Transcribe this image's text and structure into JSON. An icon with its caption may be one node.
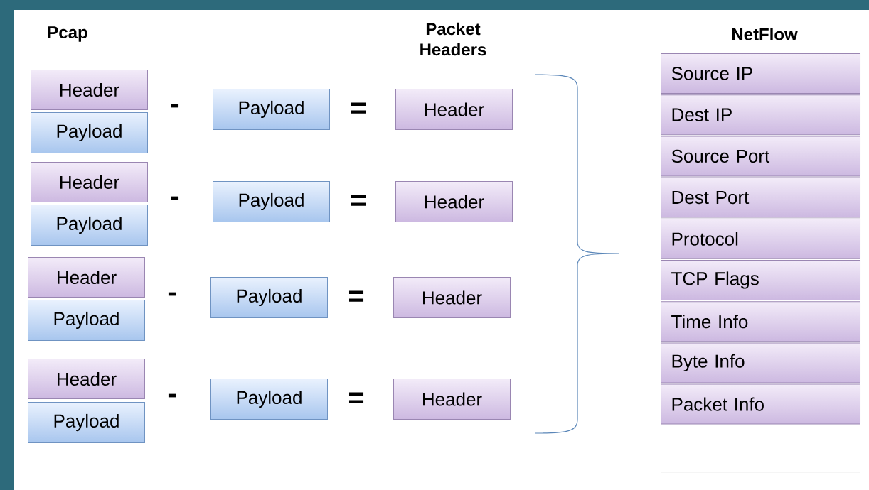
{
  "diagram": {
    "nodes": [
      {
        "text": [
          "Header"
        ]
      },
      {
        "text": [
          "Payload"
        ]
      },
      {
        "text": [
          "Payload"
        ]
      },
      {
        "text": [
          "Header"
        ]
      },
      {
        "text": [
          "Header"
        ]
      },
      {
        "text": [
          "Payload"
        ]
      },
      {
        "text": [
          "Payload"
        ]
      },
      {
        "text": [
          "Header"
        ]
      },
      {
        "text": [
          "Header"
        ]
      },
      {
        "text": [
          "Payload"
        ]
      },
      {
        "text": [
          "Payload"
        ]
      },
      {
        "text": [
          "Header"
        ]
      },
      {
        "text": [
          "Header"
        ]
      },
      {
        "text": [
          "Payload"
        ]
      },
      {
        "text": [
          "Payload"
        ]
      },
      {
        "text": [
          "Header"
        ]
      },
      {
        "text": [
          "Source IP"
        ]
      },
      {
        "text": [
          "Dest IP"
        ]
      },
      {
        "text": [
          "Source Port"
        ]
      },
      {
        "text": [
          "Dest Port"
        ]
      },
      {
        "text": [
          "Protocol"
        ]
      },
      {
        "text": [
          "TCP Flags"
        ]
      },
      {
        "text": [
          "Time Info"
        ]
      },
      {
        "text": [
          "Byte Info"
        ]
      },
      {
        "text": [
          "Packet Info"
        ]
      }
    ],
    "edges": [],
    "labels": [
      "Pcap",
      "Packet Headers",
      "NetFlow",
      "-",
      "=",
      "-",
      "=",
      "-",
      "=",
      "-",
      "="
    ]
  }
}
